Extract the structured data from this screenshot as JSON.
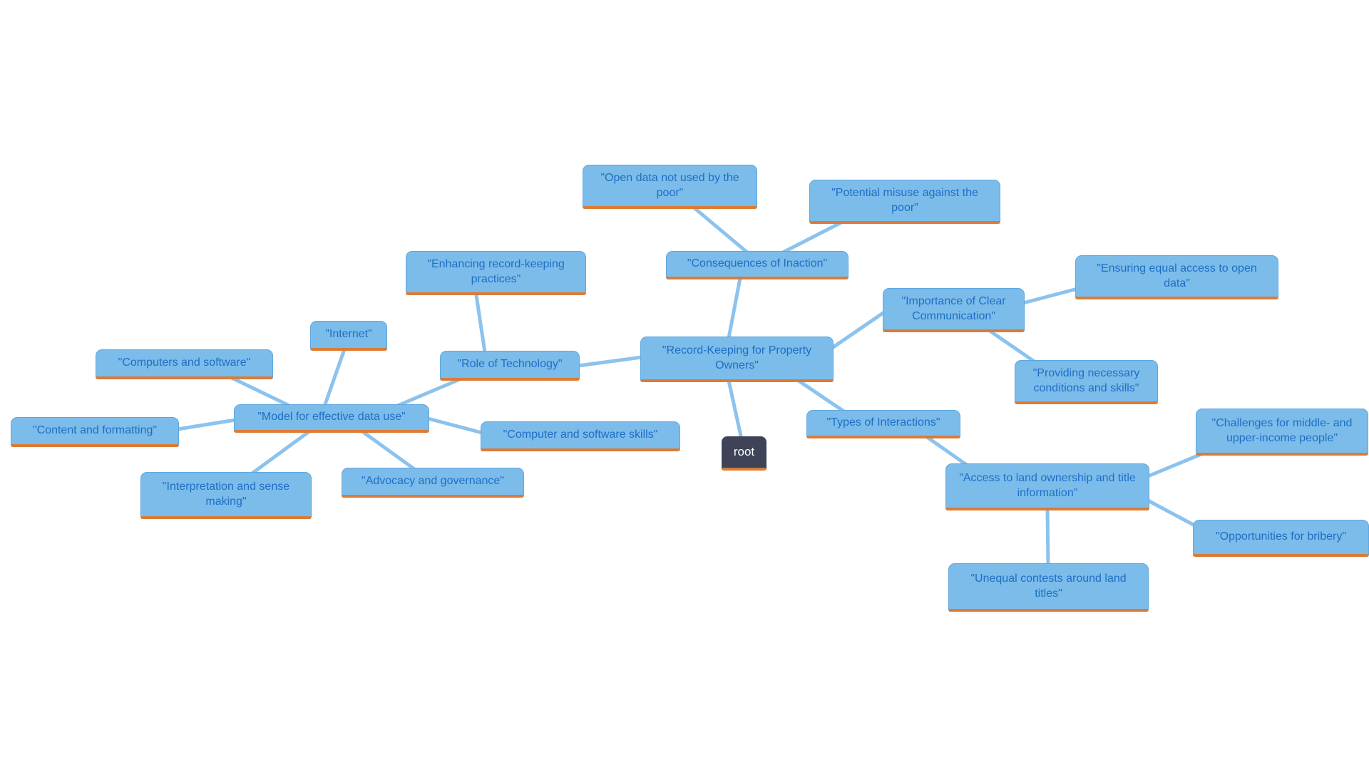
{
  "diagram": {
    "type": "mind-map",
    "background": "#ffffff",
    "colors": {
      "node_fill": "#7CBCEA",
      "node_border": "#5EA7DD",
      "node_underline": "#DB7B35",
      "node_text": "#1E6FC4",
      "edge_line": "#8CC3EE",
      "root_fill": "#3E4357",
      "root_text": "#ffffff"
    }
  },
  "root": {
    "label": "root"
  },
  "nodes": [
    {
      "id": "record-keeping",
      "label": "\"Record-Keeping for Property Owners\""
    },
    {
      "id": "consequences",
      "label": "\"Consequences of Inaction\""
    },
    {
      "id": "open-data",
      "label": "\"Open data not used by the poor\""
    },
    {
      "id": "potential-misuse",
      "label": "\"Potential misuse against the poor\""
    },
    {
      "id": "enhancing",
      "label": "\"Enhancing record-keeping practices\""
    },
    {
      "id": "role-technology",
      "label": "\"Role of Technology\""
    },
    {
      "id": "importance",
      "label": "\"Importance of Clear Communication\""
    },
    {
      "id": "ensuring",
      "label": "\"Ensuring equal access to open data\""
    },
    {
      "id": "providing",
      "label": "\"Providing necessary conditions and skills\""
    },
    {
      "id": "types",
      "label": "\"Types of Interactions\""
    },
    {
      "id": "access",
      "label": "\"Access to land ownership and title information\""
    },
    {
      "id": "challenges",
      "label": "\"Challenges for middle- and upper-income people\""
    },
    {
      "id": "bribery",
      "label": "\"Opportunities for bribery\""
    },
    {
      "id": "unequal",
      "label": "\"Unequal contests around land titles\""
    },
    {
      "id": "model",
      "label": "\"Model for effective data use\""
    },
    {
      "id": "internet",
      "label": "\"Internet\""
    },
    {
      "id": "computers",
      "label": "\"Computers and software\""
    },
    {
      "id": "content",
      "label": "\"Content and formatting\""
    },
    {
      "id": "skills",
      "label": "\"Computer and software skills\""
    },
    {
      "id": "interpretation",
      "label": "\"Interpretation and sense making\""
    },
    {
      "id": "advocacy",
      "label": "\"Advocacy and governance\""
    }
  ],
  "edges": [
    {
      "from": "open-data",
      "to": "consequences"
    },
    {
      "from": "potential-misuse",
      "to": "consequences"
    },
    {
      "from": "consequences",
      "to": "record-keeping"
    },
    {
      "from": "enhancing",
      "to": "role-technology"
    },
    {
      "from": "role-technology",
      "to": "record-keeping"
    },
    {
      "from": "record-keeping",
      "to": "importance"
    },
    {
      "from": "importance",
      "to": "ensuring"
    },
    {
      "from": "importance",
      "to": "providing"
    },
    {
      "from": "root",
      "to": "record-keeping"
    },
    {
      "from": "record-keeping",
      "to": "types"
    },
    {
      "from": "types",
      "to": "access"
    },
    {
      "from": "access",
      "to": "challenges"
    },
    {
      "from": "access",
      "to": "bribery"
    },
    {
      "from": "access",
      "to": "unequal"
    },
    {
      "from": "computers",
      "to": "model"
    },
    {
      "from": "internet",
      "to": "model"
    },
    {
      "from": "role-technology",
      "to": "model"
    },
    {
      "from": "content",
      "to": "model"
    },
    {
      "from": "model",
      "to": "skills"
    },
    {
      "from": "model",
      "to": "interpretation"
    },
    {
      "from": "model",
      "to": "advocacy"
    }
  ]
}
